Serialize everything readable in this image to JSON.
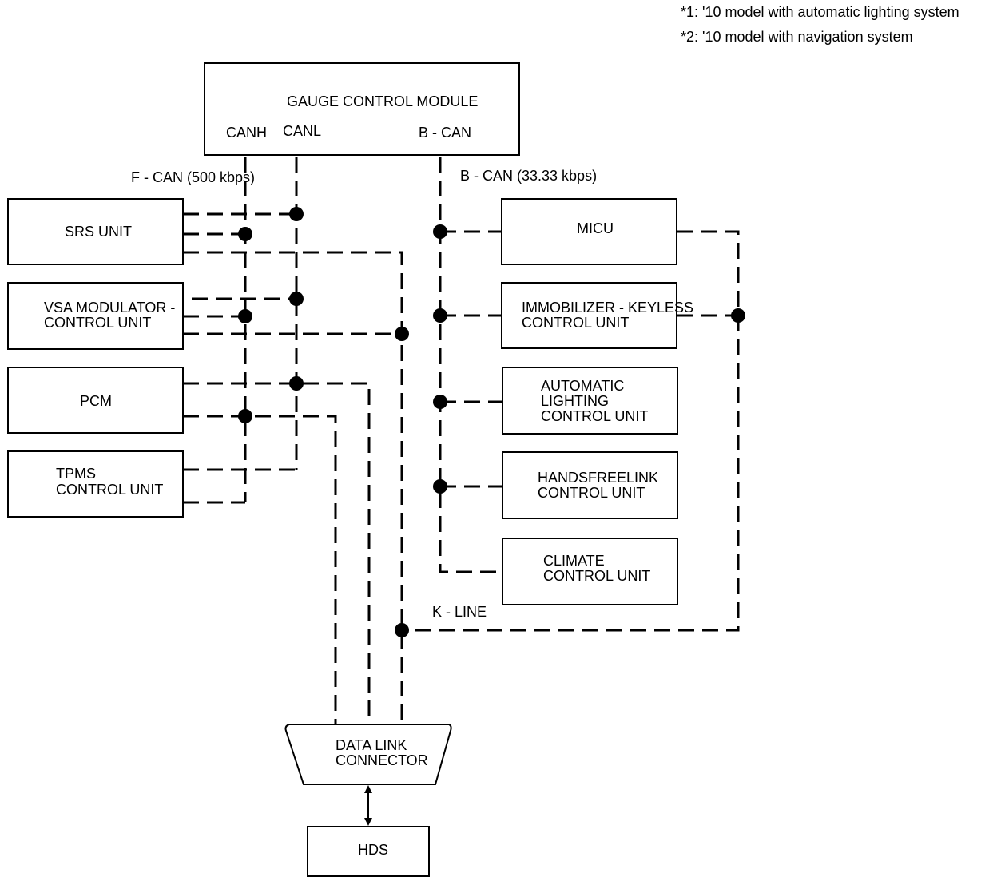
{
  "notes": [
    "*1: '10 model with automatic lighting system",
    "*2: '10 model with navigation system"
  ],
  "gauge": {
    "title": "GAUGE CONTROL MODULE",
    "canh": "CANH",
    "canl": "CANL",
    "bcan": "B - CAN"
  },
  "bus_labels": {
    "fcan": "F - CAN (500 kbps)",
    "bcan": "B - CAN (33.33 kbps)",
    "kline": "K - LINE"
  },
  "left_units": {
    "srs": [
      "SRS UNIT"
    ],
    "vsa": [
      "VSA MODULATOR -",
      "CONTROL UNIT"
    ],
    "pcm": [
      "PCM"
    ],
    "tpms": [
      "TPMS",
      "CONTROL UNIT"
    ]
  },
  "right_units": {
    "micu": [
      "MICU"
    ],
    "immobilizer": [
      "IMMOBILIZER - KEYLESS",
      "CONTROL UNIT"
    ],
    "auto_lighting": [
      "AUTOMATIC",
      "LIGHTING",
      "CONTROL UNIT"
    ],
    "handsfreelink": [
      "HANDSFREELINK",
      "CONTROL UNIT"
    ],
    "climate": [
      "CLIMATE",
      "CONTROL UNIT"
    ]
  },
  "dlc": [
    "DATA LINK",
    "CONNECTOR"
  ],
  "hds": "HDS"
}
